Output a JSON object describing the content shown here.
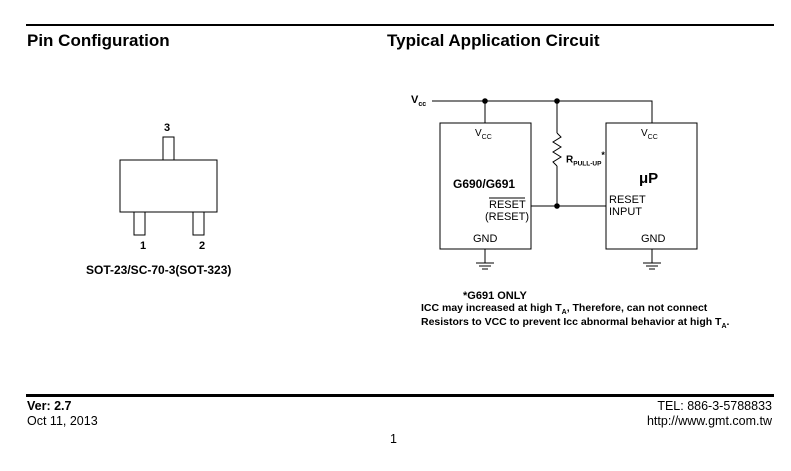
{
  "header": {
    "left_title": "Pin Configuration",
    "right_title": "Typical Application Circuit"
  },
  "pin_configuration": {
    "pins": [
      "3",
      "1",
      "2"
    ],
    "package": "SOT-23/SC-70-3(SOT-323)"
  },
  "circuit": {
    "supply_label": "V",
    "supply_sub": "cc",
    "ic": {
      "name": "G690/G691",
      "vcc": "V",
      "vcc_sub": "CC",
      "reset": "RESET",
      "reset_alt": "(RESET)",
      "gnd": "GND"
    },
    "resistor": {
      "label": "R",
      "sub": "PULL-UP",
      "mark": "*"
    },
    "mcu": {
      "name": "μP",
      "vcc": "V",
      "vcc_sub": "CC",
      "reset_line1": "RESET",
      "reset_line2": "INPUT",
      "gnd": "GND"
    }
  },
  "note": {
    "title": "*G691 ONLY",
    "line1_a": "ICC may increased at high T",
    "line1_sub": "A",
    "line1_b": ", Therefore, can not connect",
    "line2_a": "Resistors to VCC to prevent Icc abnormal behavior at high T",
    "line2_sub": "A",
    "line2_b": "."
  },
  "footer": {
    "version": "Ver: 2.7",
    "date": "Oct 11, 2013",
    "page_number": "1",
    "tel": "TEL: 886-3-5788833",
    "url": "http://www.gmt.com.tw"
  }
}
